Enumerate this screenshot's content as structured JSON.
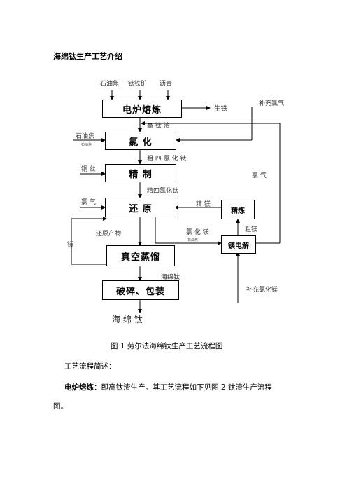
{
  "doc_title": "海绵钛生产工艺介绍",
  "inputs": {
    "coke": "石油焦",
    "ilmenite": "钛铁矿",
    "pitch": "沥青"
  },
  "boxes": {
    "furnace": "电炉熔炼",
    "chlorination": "氯  化",
    "refining": "精  制",
    "reduction": "还  原",
    "distillation": "真空蒸馏",
    "crushing": "破碎、包装",
    "refine_small": "精炼",
    "electrolysis": "镁电解"
  },
  "labels": {
    "pig_iron": "生铁",
    "supplement_chlorine": "补充氯气",
    "high_ti_slag": "高 钛 渣",
    "coke_left": "石油焦",
    "coke_left_small": "石油焦",
    "crude_ticl4": "粗 四 氯 化 钛",
    "copper_wire": "铜 丝",
    "chlorine_right": "氯  气",
    "pure_ticl4": "精四氯化钛",
    "chlorine_left": "氯 气",
    "magnesium_top": "精 镁",
    "reduction_product": "还原产物",
    "mgcl2": "氯 化 镁",
    "mgcl2_small": "石油焦",
    "crude_mg": "粗镁",
    "magnesium_left": "镁",
    "sponge_ti_mid": "海绵钛",
    "supplement_mgcl2": "补充氯化镁",
    "final_product": "海    绵    钛"
  },
  "caption": "图 1    劳尔法海绵钛生产工艺流程图",
  "para1": "工艺流程简述：",
  "para2_bold": "电炉熔炼",
  "para2_rest": "：即高钛渣生产。其工艺流程如下见图 2 钛渣生产流程",
  "para2_line2": "图。"
}
